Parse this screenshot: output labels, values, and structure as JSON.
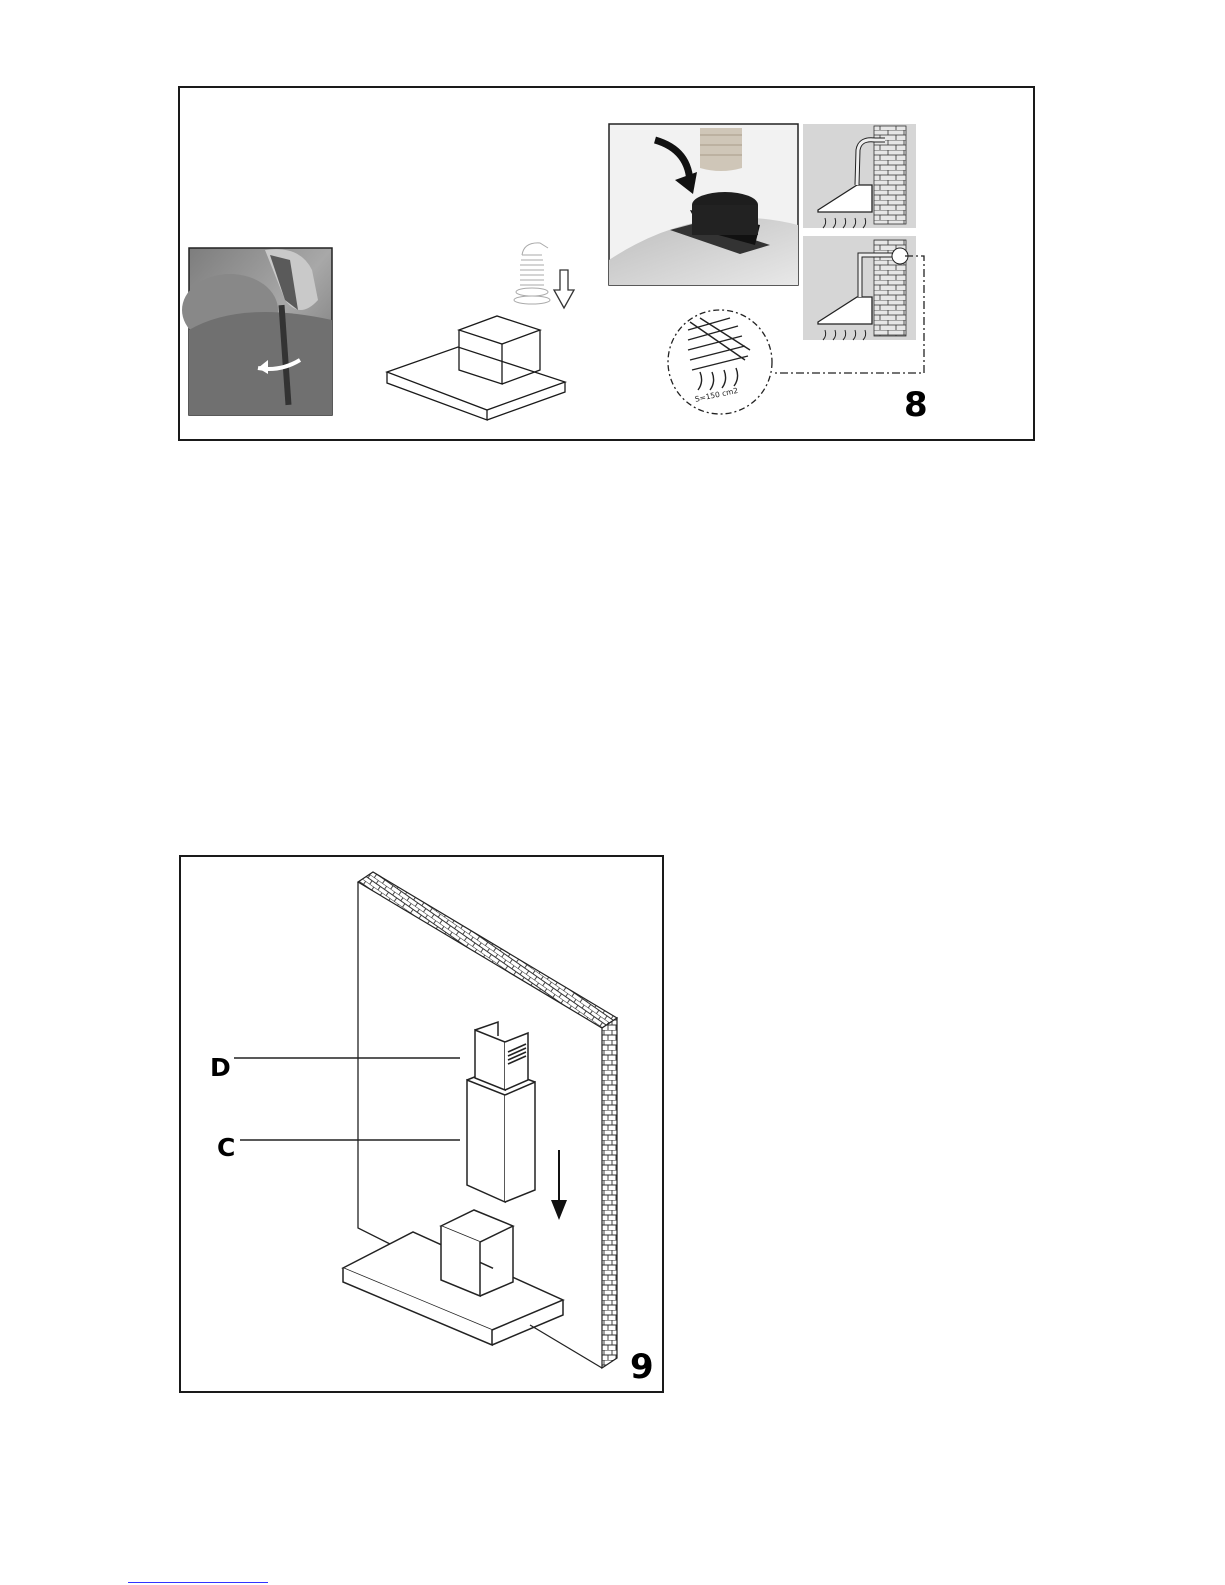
{
  "figures": [
    {
      "number": "8",
      "panels": [
        {
          "name": "screwdriver-photo"
        },
        {
          "name": "duct-mount-diagram"
        },
        {
          "name": "duct-connection-photo"
        },
        {
          "name": "ducted-wall-diagram"
        },
        {
          "name": "vent-grille-detail",
          "area_label": "S=150 cm2"
        }
      ]
    },
    {
      "number": "9",
      "callouts": {
        "d": "D",
        "c": "C"
      }
    }
  ],
  "colors": {
    "ink": "#1a1a1a",
    "photo_gray": "#9a9a9a",
    "wall_gray": "#d6d6d6"
  }
}
